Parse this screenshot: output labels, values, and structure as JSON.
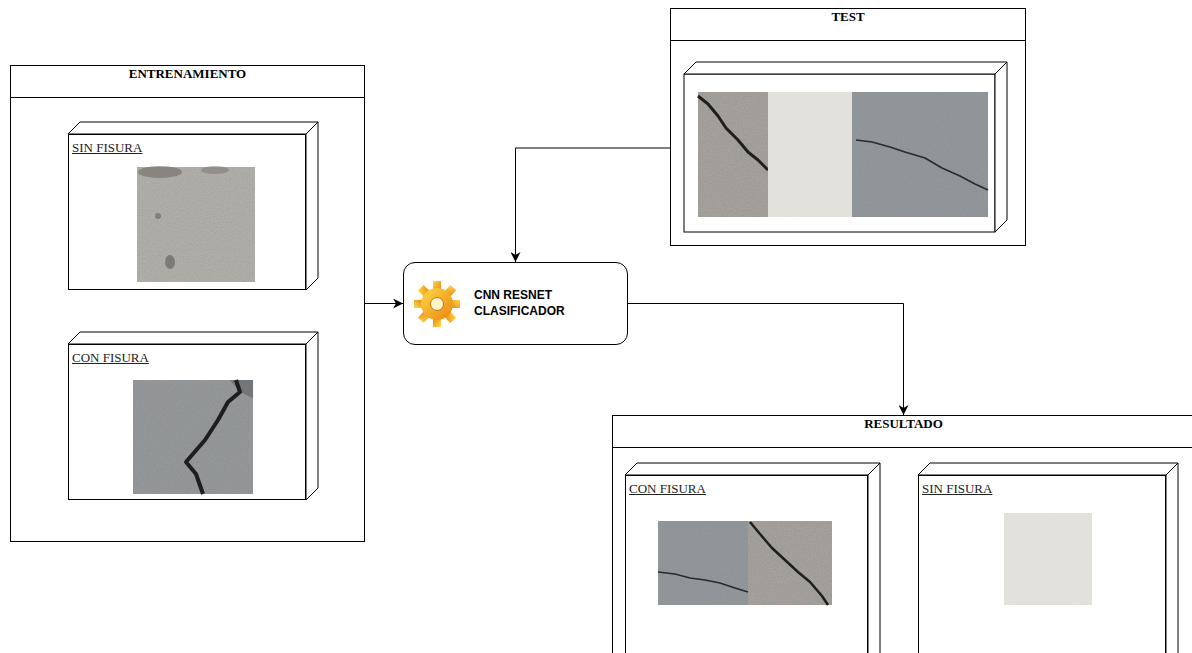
{
  "diagram": {
    "nodes": [
      {
        "text": [
          "ENTRENAMIENTO"
        ]
      },
      {
        "text": [
          "SIN FISURA"
        ],
        "in": 0
      },
      {
        "text": [
          "CON FISURA"
        ],
        "in": 0
      },
      {
        "text": [
          "CNN RESNET CLASIFICADOR"
        ]
      },
      {
        "text": [
          "TEST"
        ]
      },
      {
        "text": [
          "RESULTADO"
        ]
      },
      {
        "text": [
          "CON FISURA"
        ],
        "in": 5
      },
      {
        "text": [
          "SIN FISURA"
        ],
        "in": 5
      }
    ],
    "edges": [
      {
        "from": 0,
        "to": 3,
        "arrow": "to"
      },
      {
        "from": 4,
        "to": 3,
        "arrow": "to"
      },
      {
        "from": 3,
        "to": 5,
        "arrow": "to"
      }
    ]
  }
}
